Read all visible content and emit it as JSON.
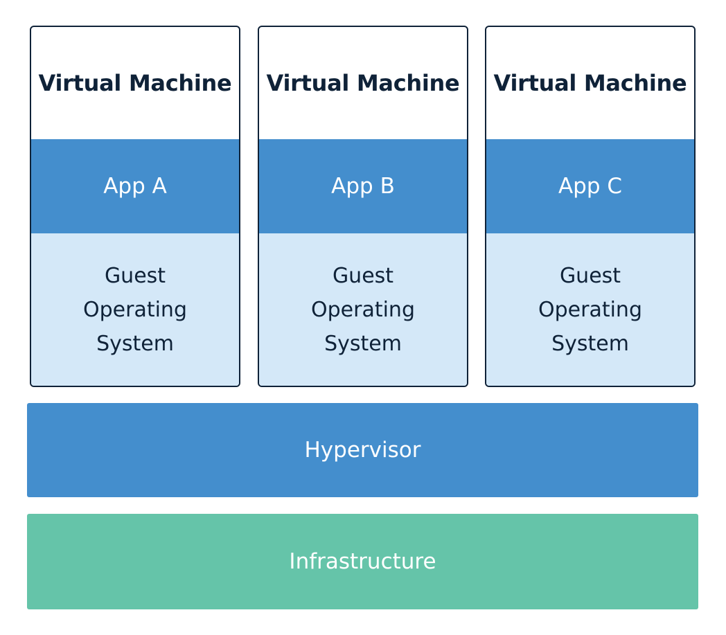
{
  "virtual_machines": [
    {
      "title": "Virtual Machine",
      "app": "App A",
      "guest_os": "Guest Operating System"
    },
    {
      "title": "Virtual Machine",
      "app": "App B",
      "guest_os": "Guest Operating System"
    },
    {
      "title": "Virtual Machine",
      "app": "App C",
      "guest_os": "Guest Operating System"
    }
  ],
  "hypervisor": {
    "label": "Hypervisor",
    "color": "#448ecd"
  },
  "infrastructure": {
    "label": "Infrastructure",
    "color": "#65c4a9"
  },
  "colors": {
    "app_layer": "#448ecd",
    "guest_os_layer": "#d4e8f8",
    "vm_border": "#0f2238",
    "title_text": "#0f2238"
  }
}
